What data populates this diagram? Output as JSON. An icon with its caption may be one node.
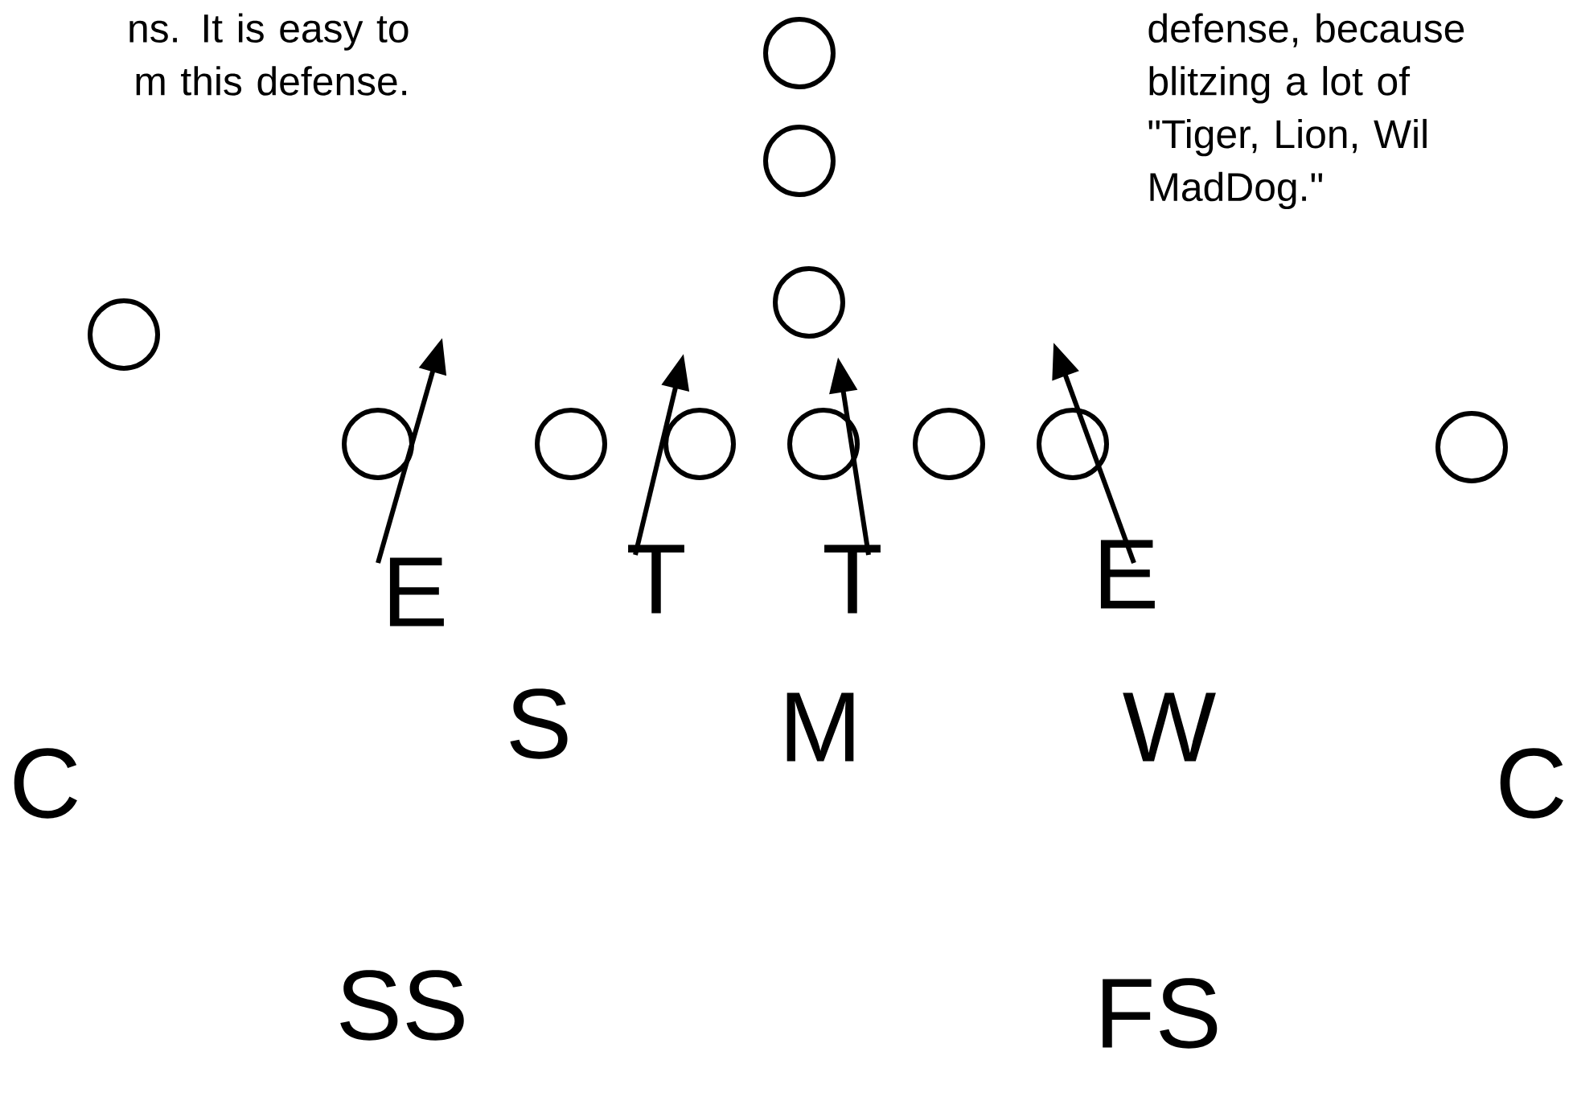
{
  "diagram": {
    "nodes": [
      {
        "text": [],
        "shape": "circle"
      },
      {
        "text": [],
        "shape": "circle"
      },
      {
        "text": [],
        "shape": "circle"
      },
      {
        "text": [],
        "shape": "circle"
      },
      {
        "text": [],
        "shape": "circle"
      },
      {
        "text": [],
        "shape": "circle"
      },
      {
        "text": [],
        "shape": "circle"
      },
      {
        "text": [],
        "shape": "circle"
      },
      {
        "text": [],
        "shape": "circle"
      },
      {
        "text": [],
        "shape": "circle"
      },
      {
        "text": [],
        "shape": "circle"
      },
      {
        "text": [
          "E"
        ]
      },
      {
        "text": [
          "T"
        ]
      },
      {
        "text": [
          "T"
        ]
      },
      {
        "text": [
          "E"
        ]
      },
      {
        "text": [
          "S"
        ]
      },
      {
        "text": [
          "M"
        ]
      },
      {
        "text": [
          "W"
        ]
      },
      {
        "text": [
          "C"
        ]
      },
      {
        "text": [
          "C"
        ]
      },
      {
        "text": [
          "SS"
        ]
      },
      {
        "text": [
          "FS"
        ]
      }
    ],
    "edges": [
      {
        "from": 11,
        "to": null,
        "arrow": "to"
      },
      {
        "from": 12,
        "to": null,
        "arrow": "to"
      },
      {
        "from": 13,
        "to": null,
        "arrow": "to"
      },
      {
        "from": 14,
        "to": null,
        "arrow": "to"
      }
    ],
    "labels": [
      "ns. It is easy to m this defense.",
      "defense, because blitzing a lot of \"Tiger, Lion, Wil MadDog.\""
    ]
  }
}
